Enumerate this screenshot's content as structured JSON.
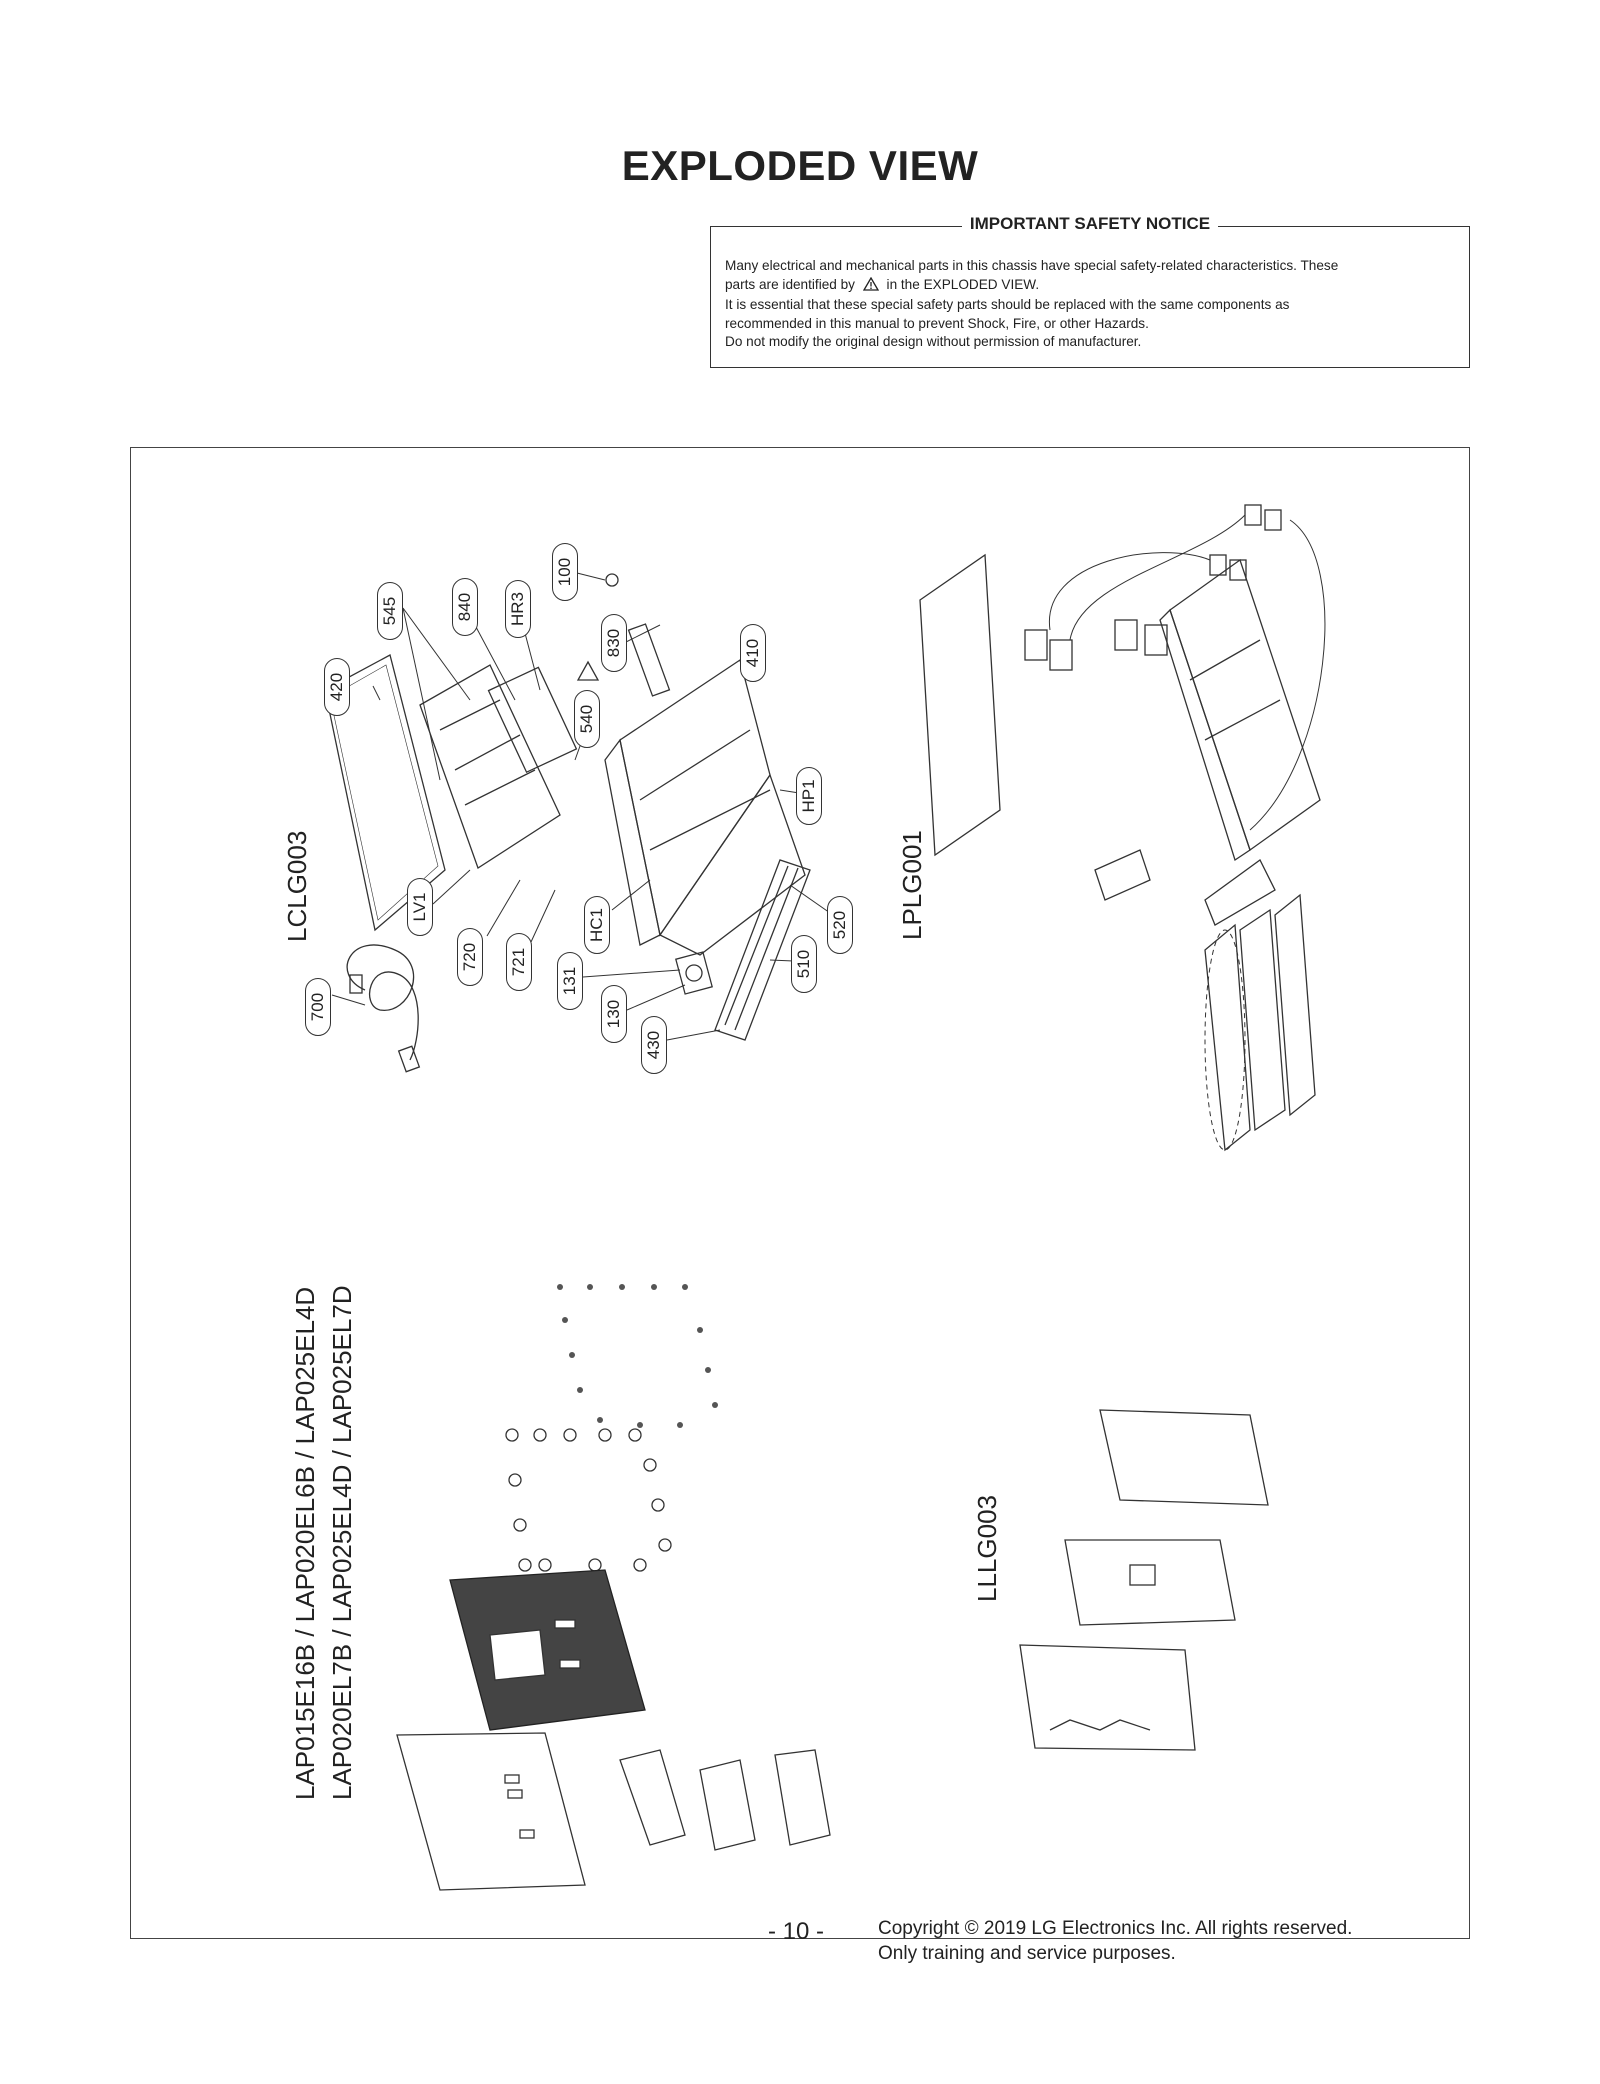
{
  "page": {
    "title": "EXPLODED VIEW",
    "page_number": "- 10 -",
    "copyright_line1": "Copyright © 2019 LG Electronics Inc. All rights reserved.",
    "copyright_line2": "Only training and service purposes."
  },
  "notice": {
    "heading": "IMPORTANT SAFETY NOTICE",
    "line1": "Many electrical and mechanical parts in this chassis have special safety-related characteristics. These",
    "line2a": "parts are identified by",
    "line2b": "in the EXPLODED VIEW.",
    "line3": "It is essential that these special safety parts should be replaced with the same components as",
    "line4": "recommended in this manual to prevent Shock, Fire, or other Hazards.",
    "line5": "Do not modify the original design without permission of manufacturer.",
    "warning_icon": "warning-triangle-icon"
  },
  "sections": {
    "control": "LCLG003",
    "power": "LPLG001",
    "led_module": "LLLG003",
    "models_line1": "LAP015E16B  / LAP020EL6B  / LAP025EL4D",
    "models_line2": "LAP020EL7B / LAP025EL4D / LAP025EL7D"
  },
  "callouts": {
    "c545": "545",
    "c840": "840",
    "cHR3": "HR3",
    "c100": "100",
    "c420": "420",
    "c830": "830",
    "c540": "540",
    "c410": "410",
    "cHP1": "HP1",
    "cLV1": "LV1",
    "c720": "720",
    "c721": "721",
    "cHC1": "HC1",
    "c520": "520",
    "c510": "510",
    "c131": "131",
    "c130": "130",
    "c430": "430",
    "c700": "700"
  }
}
